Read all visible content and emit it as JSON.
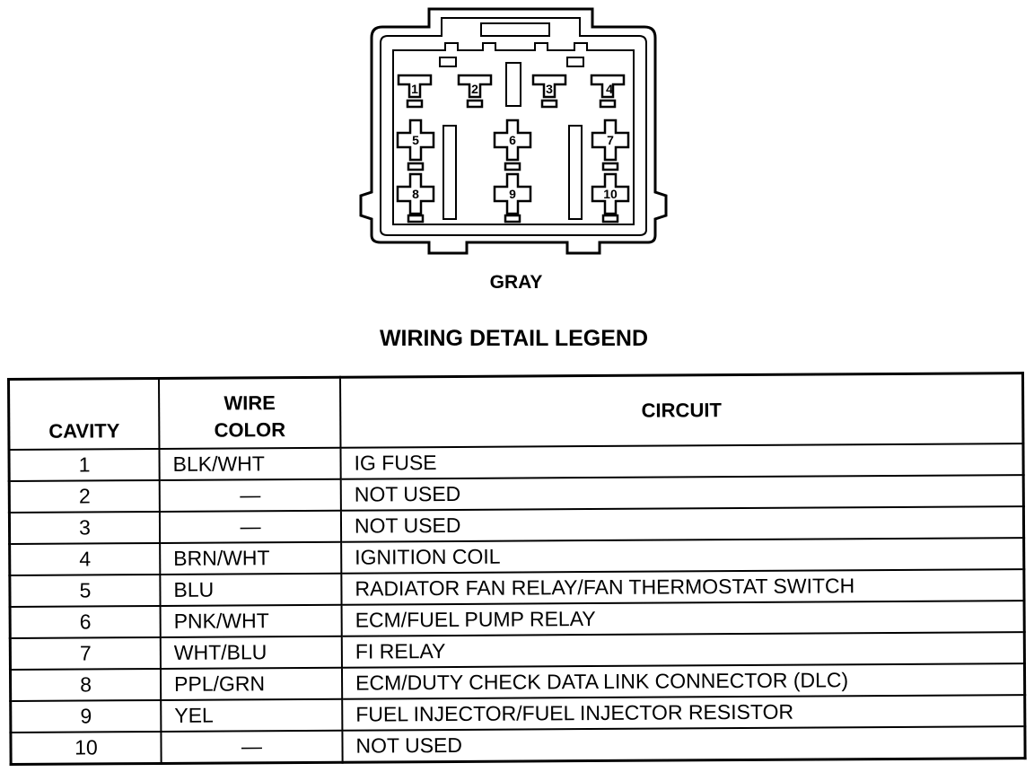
{
  "connector": {
    "color_label": "GRAY",
    "pins": [
      "1",
      "2",
      "3",
      "4",
      "5",
      "6",
      "7",
      "8",
      "9",
      "10"
    ]
  },
  "legend": {
    "title": "WIRING DETAIL LEGEND",
    "headers": {
      "cavity": "CAVITY",
      "wire_color_line1": "WIRE",
      "wire_color_line2": "COLOR",
      "circuit": "CIRCUIT"
    },
    "rows": [
      {
        "cavity": "1",
        "wire_color": "BLK/WHT",
        "circuit": "IG FUSE"
      },
      {
        "cavity": "2",
        "wire_color": "—",
        "circuit": "NOT USED"
      },
      {
        "cavity": "3",
        "wire_color": "—",
        "circuit": "NOT USED"
      },
      {
        "cavity": "4",
        "wire_color": "BRN/WHT",
        "circuit": "IGNITION COIL"
      },
      {
        "cavity": "5",
        "wire_color": "BLU",
        "circuit": "RADIATOR FAN RELAY/FAN THERMOSTAT SWITCH"
      },
      {
        "cavity": "6",
        "wire_color": "PNK/WHT",
        "circuit": "ECM/FUEL PUMP RELAY"
      },
      {
        "cavity": "7",
        "wire_color": "WHT/BLU",
        "circuit": "FI RELAY"
      },
      {
        "cavity": "8",
        "wire_color": "PPL/GRN",
        "circuit": "ECM/DUTY CHECK DATA LINK CONNECTOR (DLC)"
      },
      {
        "cavity": "9",
        "wire_color": "YEL",
        "circuit": "FUEL INJECTOR/FUEL INJECTOR RESISTOR"
      },
      {
        "cavity": "10",
        "wire_color": "—",
        "circuit": "NOT USED"
      }
    ]
  }
}
